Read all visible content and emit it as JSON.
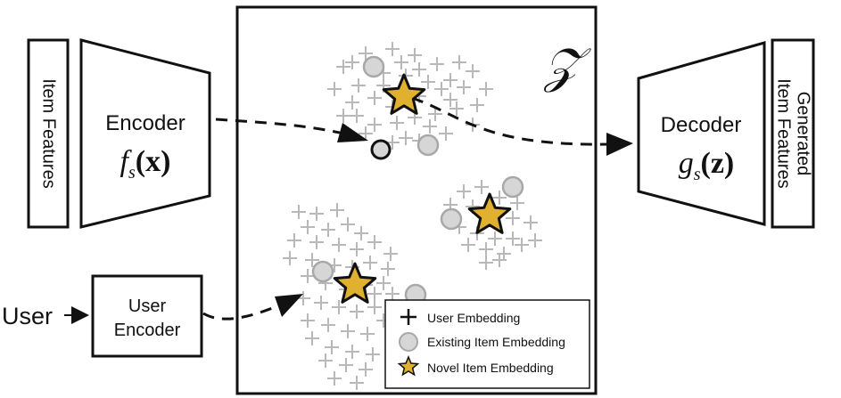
{
  "latent_space": {
    "symbol": "𝒵"
  },
  "item_features": {
    "label": "Item Features"
  },
  "encoder": {
    "label": "Encoder",
    "formula_fn": "f",
    "formula_sub": "s",
    "formula_arg": "(x)"
  },
  "decoder": {
    "label": "Decoder",
    "formula_fn": "g",
    "formula_sub": "s",
    "formula_arg": "(z)"
  },
  "generated_features": {
    "line1": "Generated",
    "line2": "Item Features"
  },
  "user": {
    "label": "User"
  },
  "user_encoder": {
    "line1": "User",
    "line2": "Encoder"
  },
  "legend": {
    "user_embedding": "User Embedding",
    "existing_item_embedding": "Existing Item Embedding",
    "novel_item_embedding": "Novel Item Embedding"
  },
  "colors": {
    "star_fill": "#E0B12E",
    "circle_fill": "#D6D6D6",
    "circle_stroke": "#A8A8A8",
    "plus_stroke": "#B8B8B8",
    "line": "#111111"
  }
}
